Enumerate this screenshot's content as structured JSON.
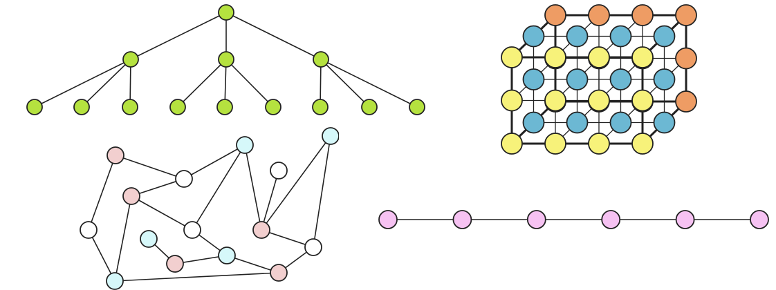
{
  "colors": {
    "tree_node": "#b5e23f",
    "lattice_front": "#f7f27a",
    "lattice_middle": "#6cb8d3",
    "lattice_back": "#ee9c64",
    "graph_pink": "#f2cfcf",
    "graph_cyan": "#d6f8fa",
    "graph_white": "#ffffff",
    "chain_node": "#f6c2f2",
    "stroke": "#222222"
  },
  "tree": {
    "levels": [
      1,
      3,
      9
    ],
    "children_per_node": 3
  },
  "lattice": {
    "columns": 4,
    "rows": 3,
    "layers": 3
  },
  "graph": {
    "nodes": [
      "pink",
      "white",
      "cyan",
      "cyan",
      "white",
      "pink",
      "white",
      "white",
      "pink",
      "cyan",
      "pink",
      "cyan",
      "white",
      "pink",
      "cyan"
    ],
    "edges": [
      [
        0,
        1
      ],
      [
        0,
        6
      ],
      [
        1,
        2
      ],
      [
        1,
        5
      ],
      [
        5,
        7
      ],
      [
        5,
        14
      ],
      [
        2,
        7
      ],
      [
        2,
        8
      ],
      [
        4,
        8
      ],
      [
        3,
        8
      ],
      [
        3,
        12
      ],
      [
        6,
        14
      ],
      [
        7,
        11
      ],
      [
        9,
        10
      ],
      [
        10,
        11
      ],
      [
        11,
        13
      ],
      [
        8,
        12
      ],
      [
        12,
        13
      ],
      [
        14,
        13
      ]
    ]
  },
  "chain": {
    "node_count": 6
  }
}
